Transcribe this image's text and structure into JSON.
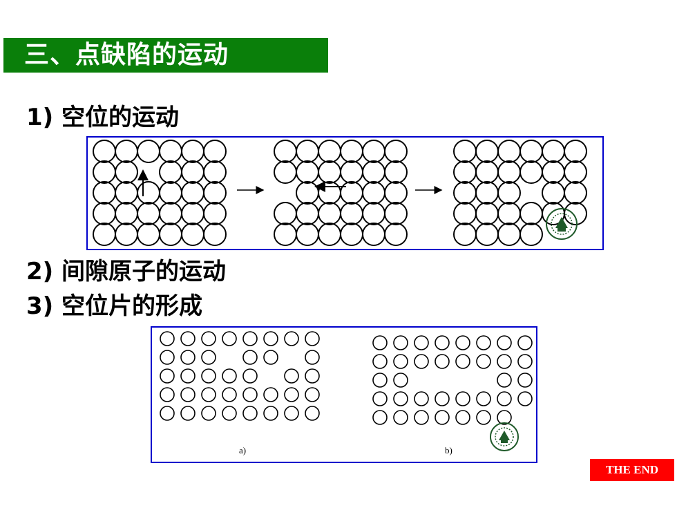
{
  "slide": {
    "section_title": "三、点缺陷的运动",
    "heading_1": "1) 空位的运动",
    "heading_2": "2) 间隙原子的运动",
    "heading_3": "3) 空位片的形成",
    "end_label": "THE END"
  },
  "figure_2": {
    "label_a": "a)",
    "label_b": "b)"
  },
  "colors": {
    "banner": "#0a7f0a",
    "figure_border": "#0000cc",
    "end_badge": "#ff0000"
  },
  "icons": [
    "arrow-up-icon",
    "arrow-right-icon",
    "arrow-left-icon",
    "school-seal-icon"
  ]
}
